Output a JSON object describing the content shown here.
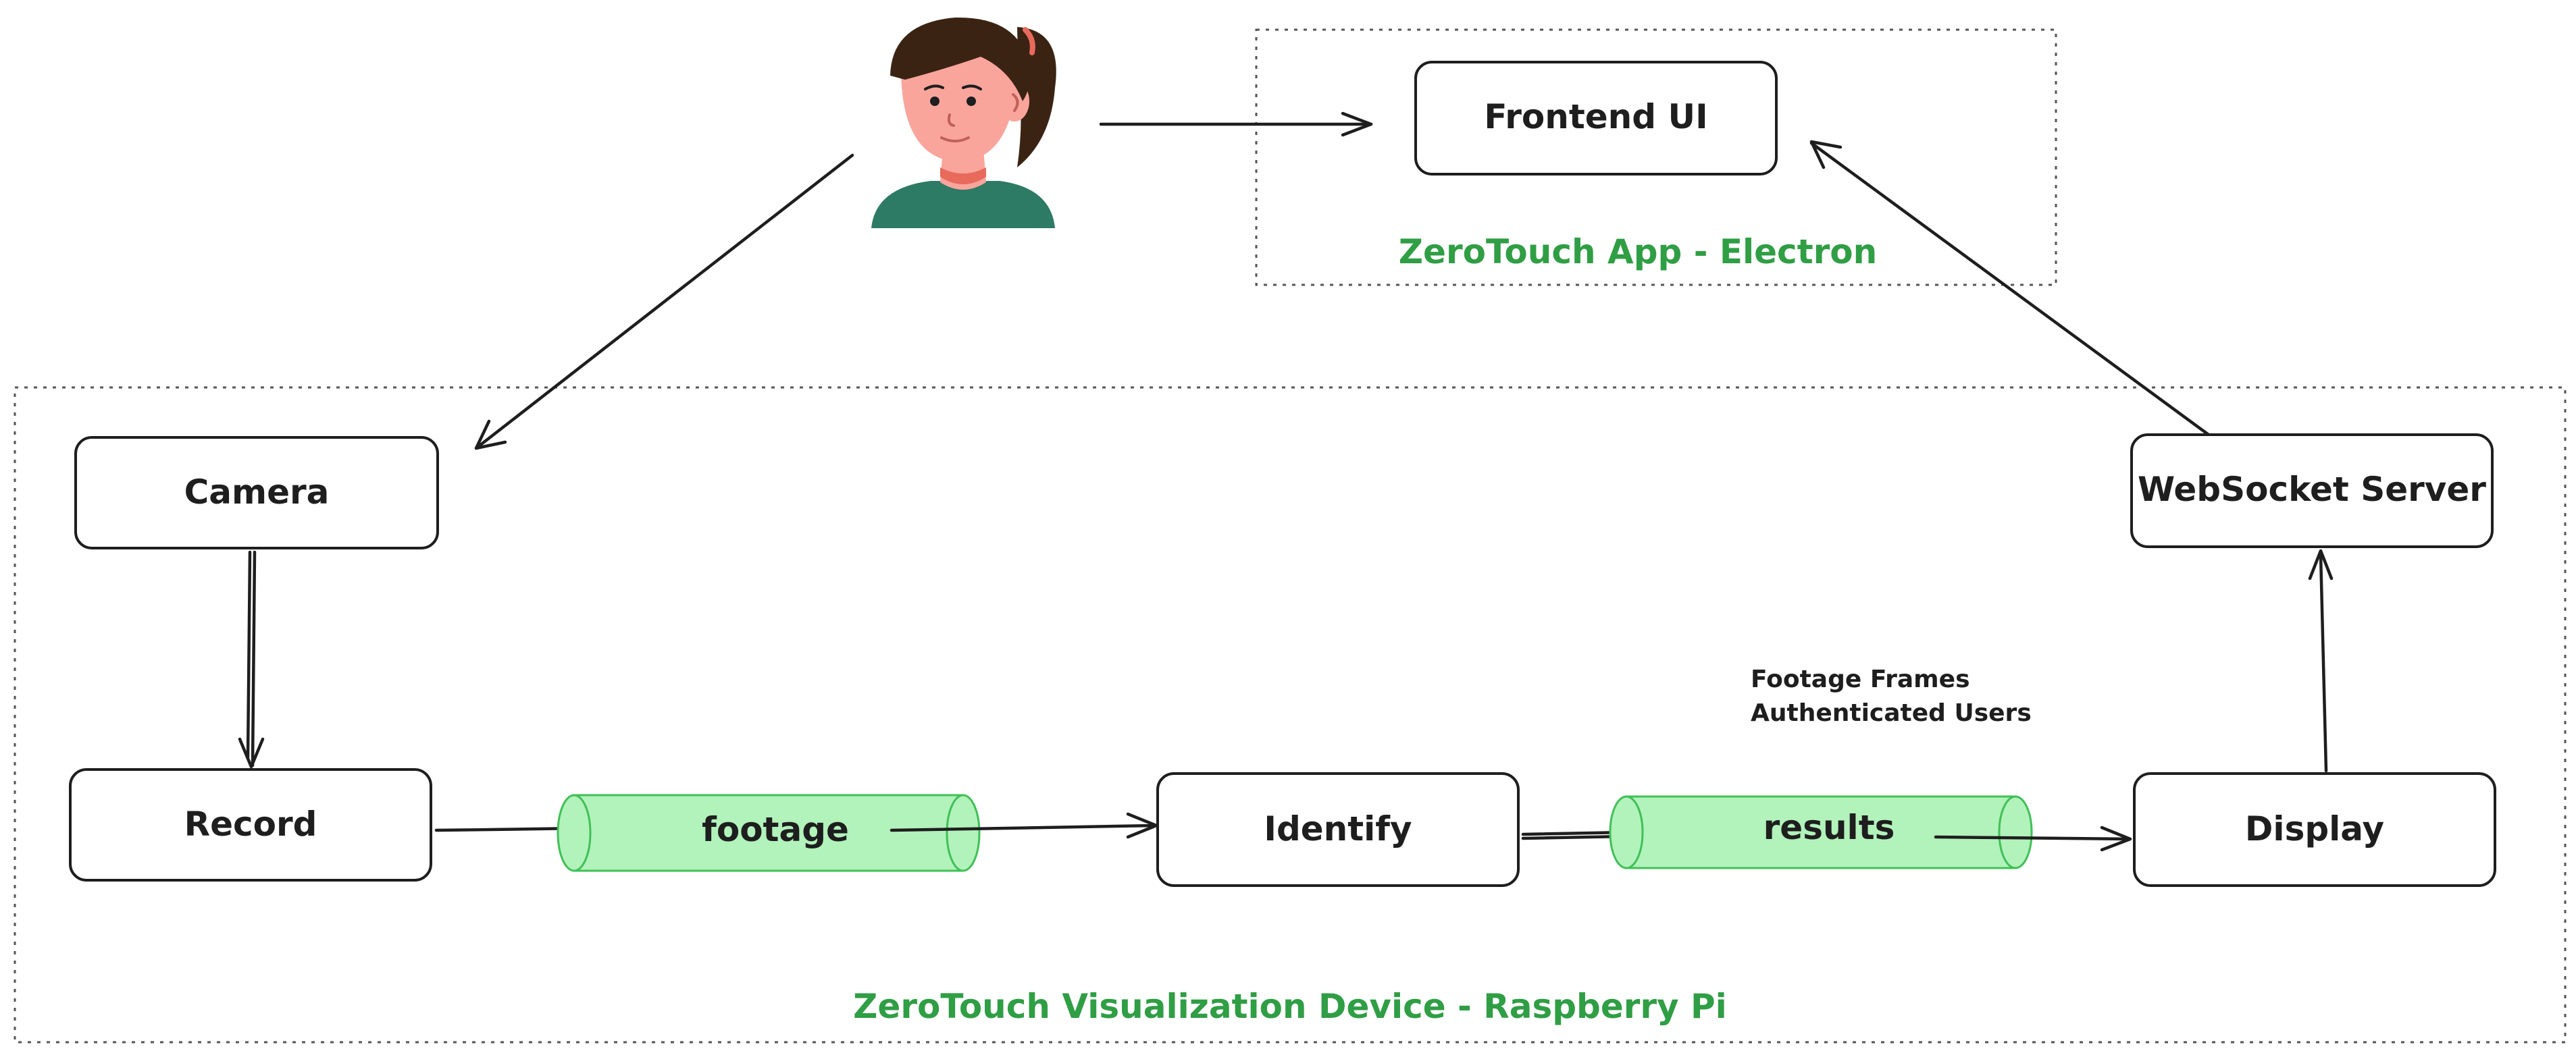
{
  "groups": {
    "app": {
      "label": "ZeroTouch App - Electron"
    },
    "device": {
      "label": "ZeroTouch Visualization Device - Raspberry Pi"
    }
  },
  "nodes": {
    "frontend": {
      "label": "Frontend UI"
    },
    "camera": {
      "label": "Camera"
    },
    "record": {
      "label": "Record"
    },
    "identify": {
      "label": "Identify"
    },
    "display": {
      "label": "Display"
    },
    "websocket": {
      "label": "WebSocket Server"
    }
  },
  "queues": {
    "footage": {
      "label": "footage"
    },
    "results": {
      "label": "results"
    }
  },
  "note": {
    "line1": "Footage Frames",
    "line2": "Authenticated Users"
  },
  "user": {
    "icon": "user-avatar-icon"
  },
  "colors": {
    "stroke": "#1e1e1e",
    "group_label": "#2f9e44",
    "queue_fill": "#b2f2bb",
    "queue_stroke": "#40c057",
    "avatar_hair": "#3b2314",
    "avatar_skin": "#f9a59c",
    "avatar_shirt": "#2d7a65"
  }
}
